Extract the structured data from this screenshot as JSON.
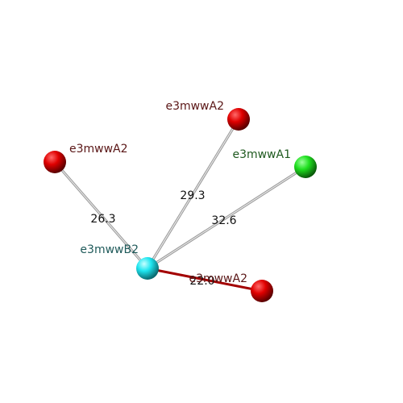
{
  "nodes": [
    {
      "id": "a",
      "label": "e3mwwA2",
      "kind": "red"
    },
    {
      "id": "b",
      "label": "e3mwwA2",
      "kind": "red"
    },
    {
      "id": "c",
      "label": "e3mwwA1",
      "kind": "green"
    },
    {
      "id": "d",
      "label": "e3mwwB2",
      "kind": "cyan"
    },
    {
      "id": "e",
      "label": "e3mwwA2",
      "kind": "red"
    }
  ],
  "edges": [
    {
      "from": "a",
      "to": "d",
      "label": "26.3",
      "kind": "grey"
    },
    {
      "from": "b",
      "to": "d",
      "label": "29.3",
      "kind": "grey"
    },
    {
      "from": "c",
      "to": "d",
      "label": "32.6",
      "kind": "grey"
    },
    {
      "from": "d",
      "to": "e",
      "label": "22.0",
      "kind": "red"
    }
  ],
  "colors": {
    "red": "#e00000",
    "green": "#1fe01f",
    "cyan": "#1fe6f0",
    "red_label": "#5a1616",
    "green_label": "#1f5a1f",
    "cyan_label": "#1f5a5a",
    "grey_edge": "#b8b8b8",
    "red_edge": "#a30000"
  }
}
